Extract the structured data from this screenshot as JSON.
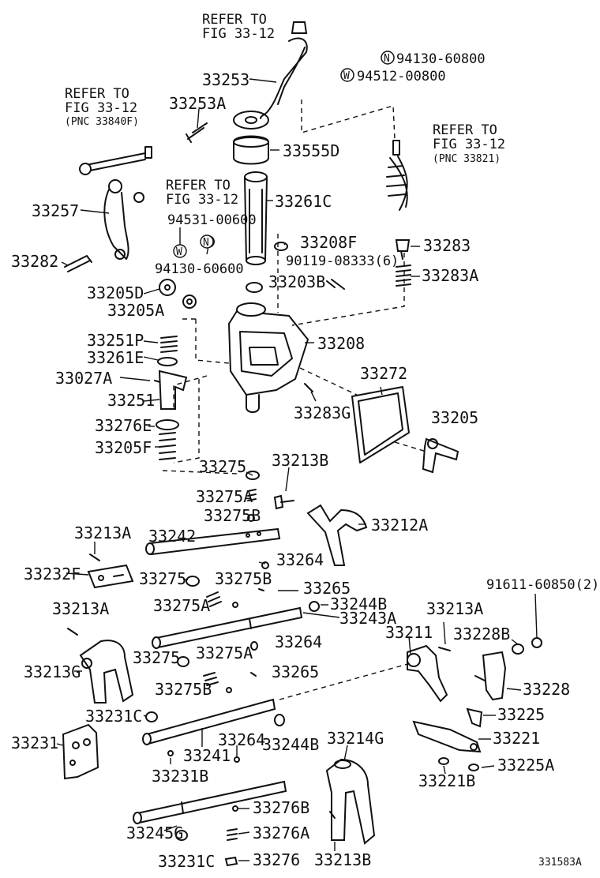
{
  "refers": [
    {
      "line1": "REFER TO",
      "line2": "FIG 33-12",
      "pnc": ""
    },
    {
      "line1": "REFER TO",
      "line2": "FIG 33-12",
      "pnc": "(PNC 33840F)"
    },
    {
      "line1": "REFER TO",
      "line2": "FIG 33-12",
      "pnc": ""
    },
    {
      "line1": "REFER TO",
      "line2": "FIG 33-12",
      "pnc": "(PNC 33821)"
    }
  ],
  "legend": {
    "n_symbol": "N",
    "n_part": "94130-60800",
    "w_symbol": "W",
    "w_part": "94512-00800"
  },
  "parts": [
    "33253",
    "33253A",
    "33555D",
    "33261C",
    "94531-00600",
    "94130-60600",
    "33257",
    "33282",
    "33208F",
    "90119-08333(6)",
    "33283",
    "33283A",
    "33203B",
    "33205D",
    "33205A",
    "33208",
    "33251P",
    "33261E",
    "33027A",
    "33251",
    "33272",
    "33283G",
    "33205",
    "33276E",
    "33205F",
    "33275",
    "33213B",
    "33275A",
    "33275B",
    "33212A",
    "33213A",
    "33242",
    "33264",
    "33232F",
    "33275",
    "33275B",
    "33265",
    "33244B",
    "33275A",
    "33243A",
    "91611-60850(2)",
    "33213A",
    "33213A",
    "33211",
    "33228B",
    "33264",
    "33275",
    "33275A",
    "33213G",
    "33265",
    "33275B",
    "33228",
    "33231C",
    "33225",
    "33231",
    "33264",
    "33244B",
    "33214G",
    "33221",
    "33241",
    "33231B",
    "33221B",
    "33225A",
    "33276B",
    "33245G",
    "33276A",
    "33231C",
    "33276",
    "33213B"
  ],
  "small_n": "N",
  "small_w": "W",
  "figure_code": "331583A"
}
